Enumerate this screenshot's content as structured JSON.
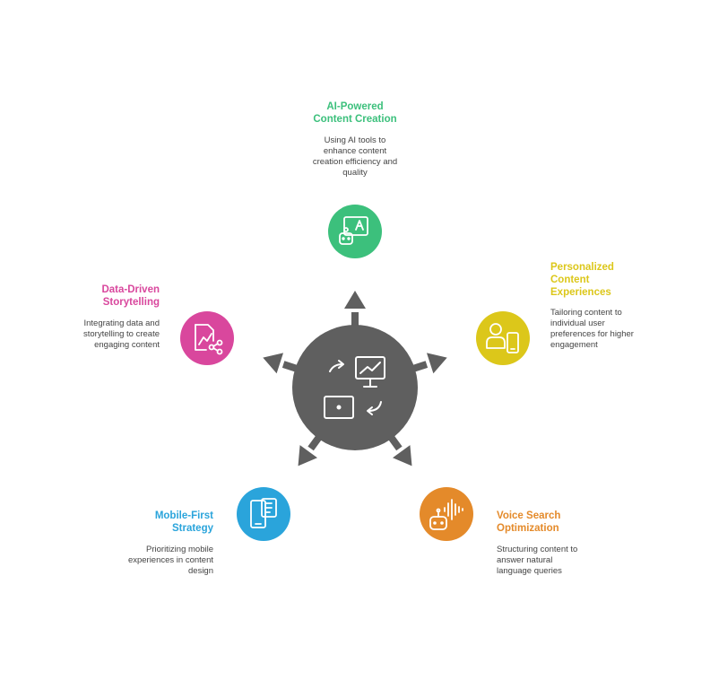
{
  "colors": {
    "hub": "#5f5f5f",
    "ai": "#3cc07c",
    "personalized": "#dcc71a",
    "voice": "#e48a2a",
    "mobile": "#2aa4db",
    "data": "#d9479d"
  },
  "hub": {
    "icon": "monitor-laptop-exchange-icon"
  },
  "nodes": [
    {
      "key": "ai",
      "title_lines": [
        "AI-Powered",
        "Content Creation"
      ],
      "desc_lines": [
        "Using AI tools to",
        "enhance content",
        "creation efficiency and",
        "quality"
      ],
      "icon": "ai-image-robot-icon"
    },
    {
      "key": "personalized",
      "title_lines": [
        "Personalized",
        "Content",
        "Experiences"
      ],
      "desc_lines": [
        "Tailoring content to",
        "individual user",
        "preferences for higher",
        "engagement"
      ],
      "icon": "user-phone-icon"
    },
    {
      "key": "voice",
      "title_lines": [
        "Voice Search",
        "Optimization"
      ],
      "desc_lines": [
        "Structuring content to",
        "answer natural",
        "language queries"
      ],
      "icon": "voice-robot-icon"
    },
    {
      "key": "mobile",
      "title_lines": [
        "Mobile-First",
        "Strategy"
      ],
      "desc_lines": [
        "Prioritizing mobile",
        "experiences in content",
        "design"
      ],
      "icon": "mobile-devices-icon"
    },
    {
      "key": "data",
      "title_lines": [
        "Data-Driven",
        "Storytelling"
      ],
      "desc_lines": [
        "Integrating data and",
        "storytelling to create",
        "engaging content"
      ],
      "icon": "data-chart-share-icon"
    }
  ]
}
